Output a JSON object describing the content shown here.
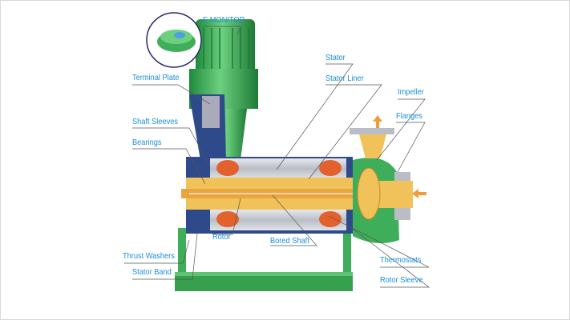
{
  "diagram": {
    "labels": {
      "e_monitor": "E MONITOR",
      "terminal_plate": "Terminal Plate",
      "shaft_sleeves": "Shaft Sleeves",
      "bearings": "Bearings",
      "thrust_washers": "Thrust Washers",
      "stator_band": "Stator Band",
      "rotor": "Rotor",
      "bored_shaft": "Bored Shaft",
      "stator": "Stator",
      "stator_liner": "Stator Liner",
      "impeller": "Impeller",
      "flanges": "Flanges",
      "thermostats": "Thermostats",
      "rotor_sleeve": "Rotor Sleeve"
    },
    "colors": {
      "label": "#1a8fd8",
      "motor_green": "#3fae5a",
      "casing_gray": "#c8ccd2",
      "bearing_orange": "#e2612d",
      "shaft_yellow": "#f2c25a",
      "flow_arrow": "#f39a3a"
    }
  }
}
